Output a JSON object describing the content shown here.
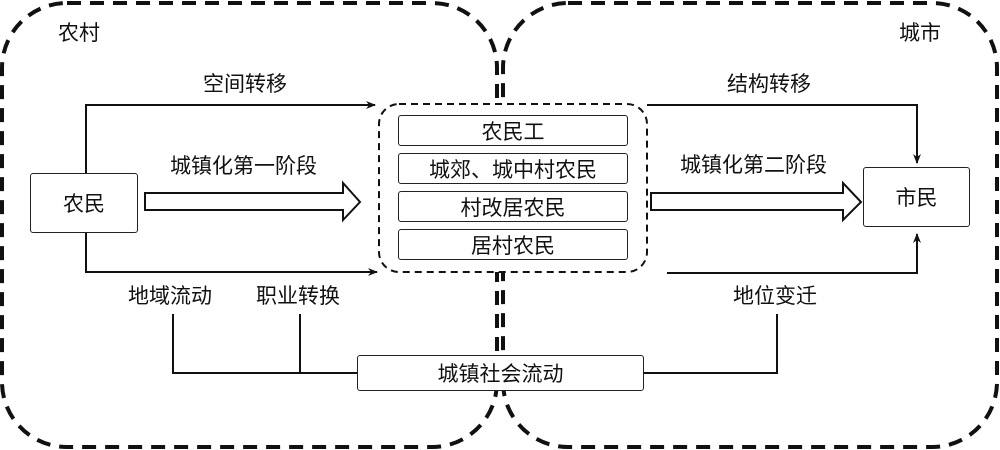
{
  "regions": {
    "rural": "农村",
    "urban": "城市"
  },
  "nodes": {
    "farmer": "农民",
    "citizen": "市民",
    "social_mobility": "城镇社会流动"
  },
  "middle_group": [
    "农民工",
    "城郊、城中村农民",
    "村改居农民",
    "居村农民"
  ],
  "edges": {
    "spatial_transfer": "空间转移",
    "stage_one": "城镇化第一阶段",
    "structural_transfer": "结构转移",
    "stage_two": "城镇化第二阶段",
    "regional_flow": "地域流动",
    "occupation_change": "职业转换",
    "status_change": "地位变迁"
  }
}
